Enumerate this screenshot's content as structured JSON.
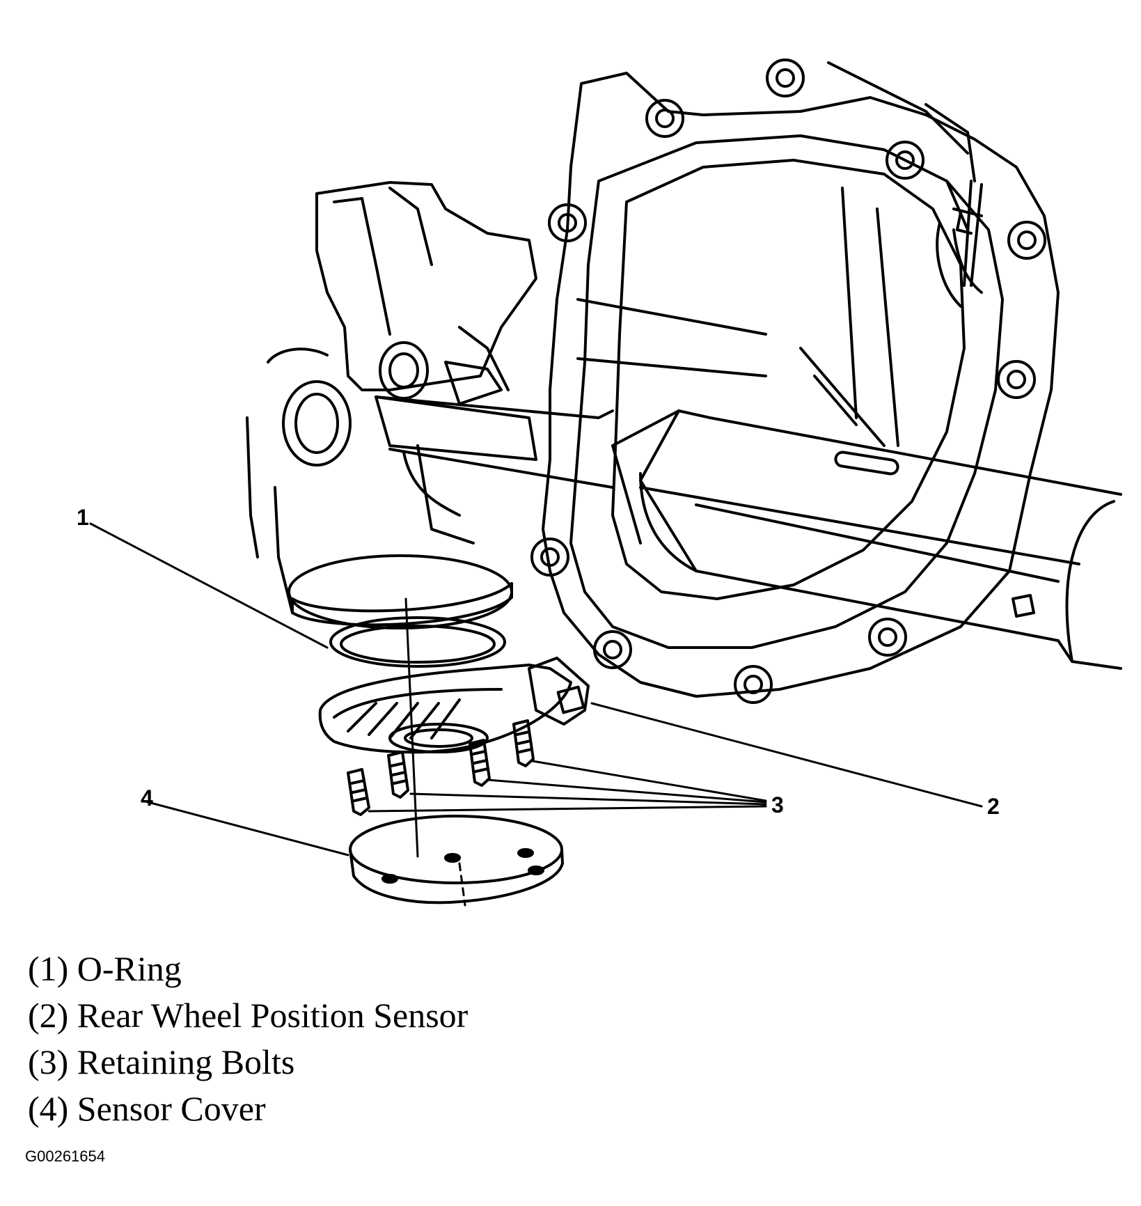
{
  "callouts": {
    "oring": "1",
    "sensor": "2",
    "bolts": "3",
    "cover": "4"
  },
  "legend": [
    {
      "text": "(1) O-Ring"
    },
    {
      "text": "(2) Rear Wheel Position Sensor"
    },
    {
      "text": "(3) Retaining Bolts"
    },
    {
      "text": "(4) Sensor Cover"
    }
  ],
  "figure_id": "G00261654"
}
